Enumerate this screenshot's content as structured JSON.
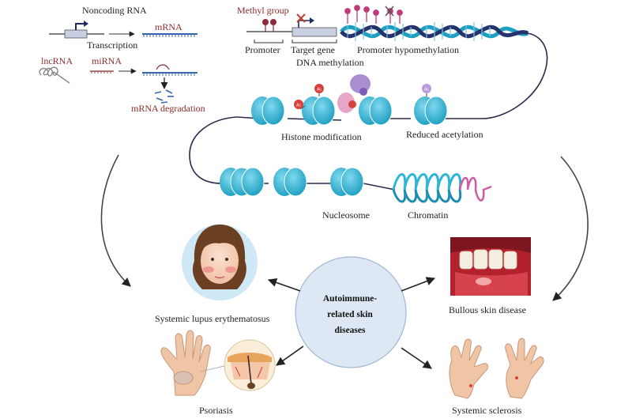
{
  "labels": {
    "noncoding_rna": "Noncoding RNA",
    "mrna": "mRNA",
    "transcription": "Transcription",
    "lncrna": "lncRNA",
    "mirna": "miRNA",
    "mrna_degradation": "mRNA degradation",
    "methyl_group": "Methyl group",
    "promoter": "Promoter",
    "target_gene": "Target gene",
    "dna_methylation": "DNA methylation",
    "promoter_hypomethylation": "Promoter hypomethylation",
    "histone_modification": "Histone modification",
    "reduced_acetylation": "Reduced acetylation",
    "nucleosome": "Nucleosome",
    "chromatin": "Chromatin",
    "sle": "Systemic lupus erythematosus",
    "bullous": "Bullous skin disease",
    "psoriasis": "Psoriasis",
    "systemic_sclerosis": "Systemic sclerosis",
    "histone_mark": "Ac"
  },
  "center": {
    "line1": "Autoimmune-",
    "line2": "related skin",
    "line3": "diseases"
  },
  "colors": {
    "nucleosome": "#2bb5d6",
    "dna_strand": "#2a2a4a",
    "methyl": "#8b2c3c",
    "mrna_blue": "#3b66b0",
    "center_circle": "#dde8f4",
    "arrow": "#222222",
    "chromatin_pink": "#d25aa4"
  }
}
